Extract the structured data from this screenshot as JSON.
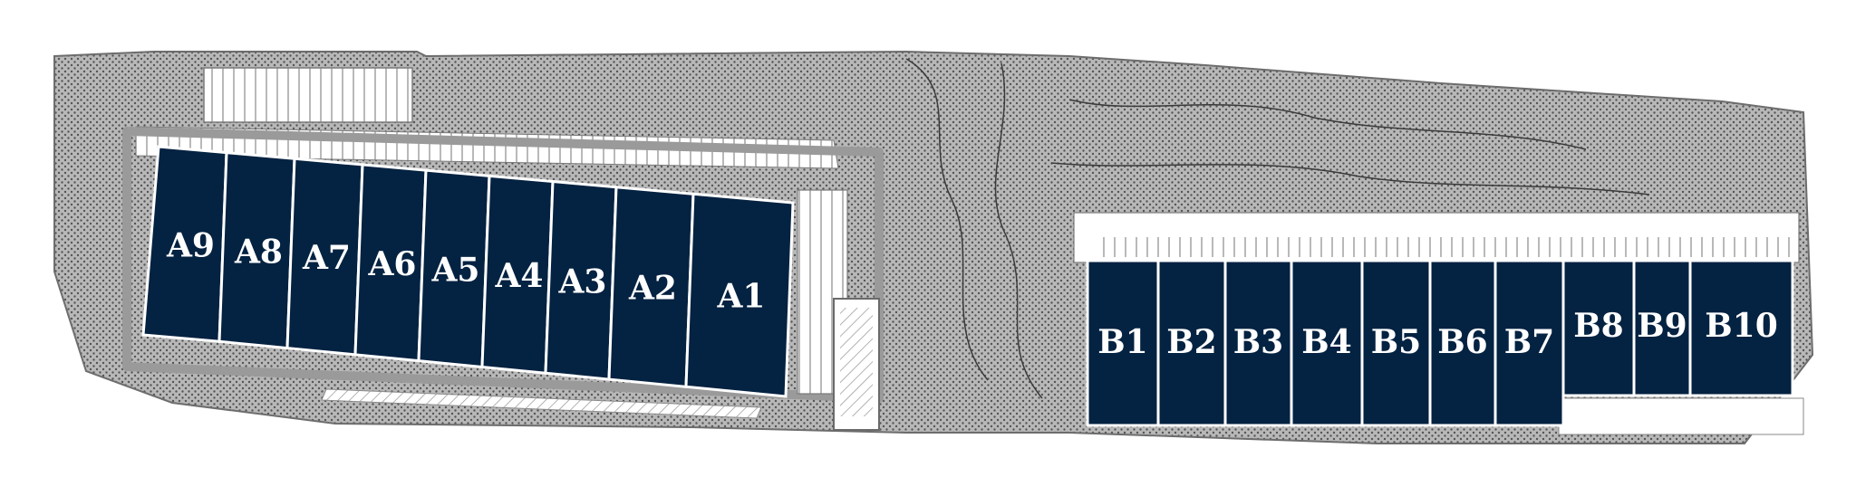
{
  "site_plan": {
    "colors": {
      "unit_fill": "#042241",
      "unit_border": "#ffffff",
      "label": "#ffffff",
      "landscape": "#a9a9a9",
      "parking_stroke": "#7a7a7a",
      "background": "#ffffff"
    },
    "building_a": {
      "units": [
        {
          "label": "A9"
        },
        {
          "label": "A8"
        },
        {
          "label": "A7"
        },
        {
          "label": "A6"
        },
        {
          "label": "A5"
        },
        {
          "label": "A4"
        },
        {
          "label": "A3"
        },
        {
          "label": "A2"
        },
        {
          "label": "A1"
        }
      ]
    },
    "building_b": {
      "units": [
        {
          "label": "B1"
        },
        {
          "label": "B2"
        },
        {
          "label": "B3"
        },
        {
          "label": "B4"
        },
        {
          "label": "B5"
        },
        {
          "label": "B6"
        },
        {
          "label": "B7"
        },
        {
          "label": "B8"
        },
        {
          "label": "B9"
        },
        {
          "label": "B10"
        }
      ]
    }
  }
}
